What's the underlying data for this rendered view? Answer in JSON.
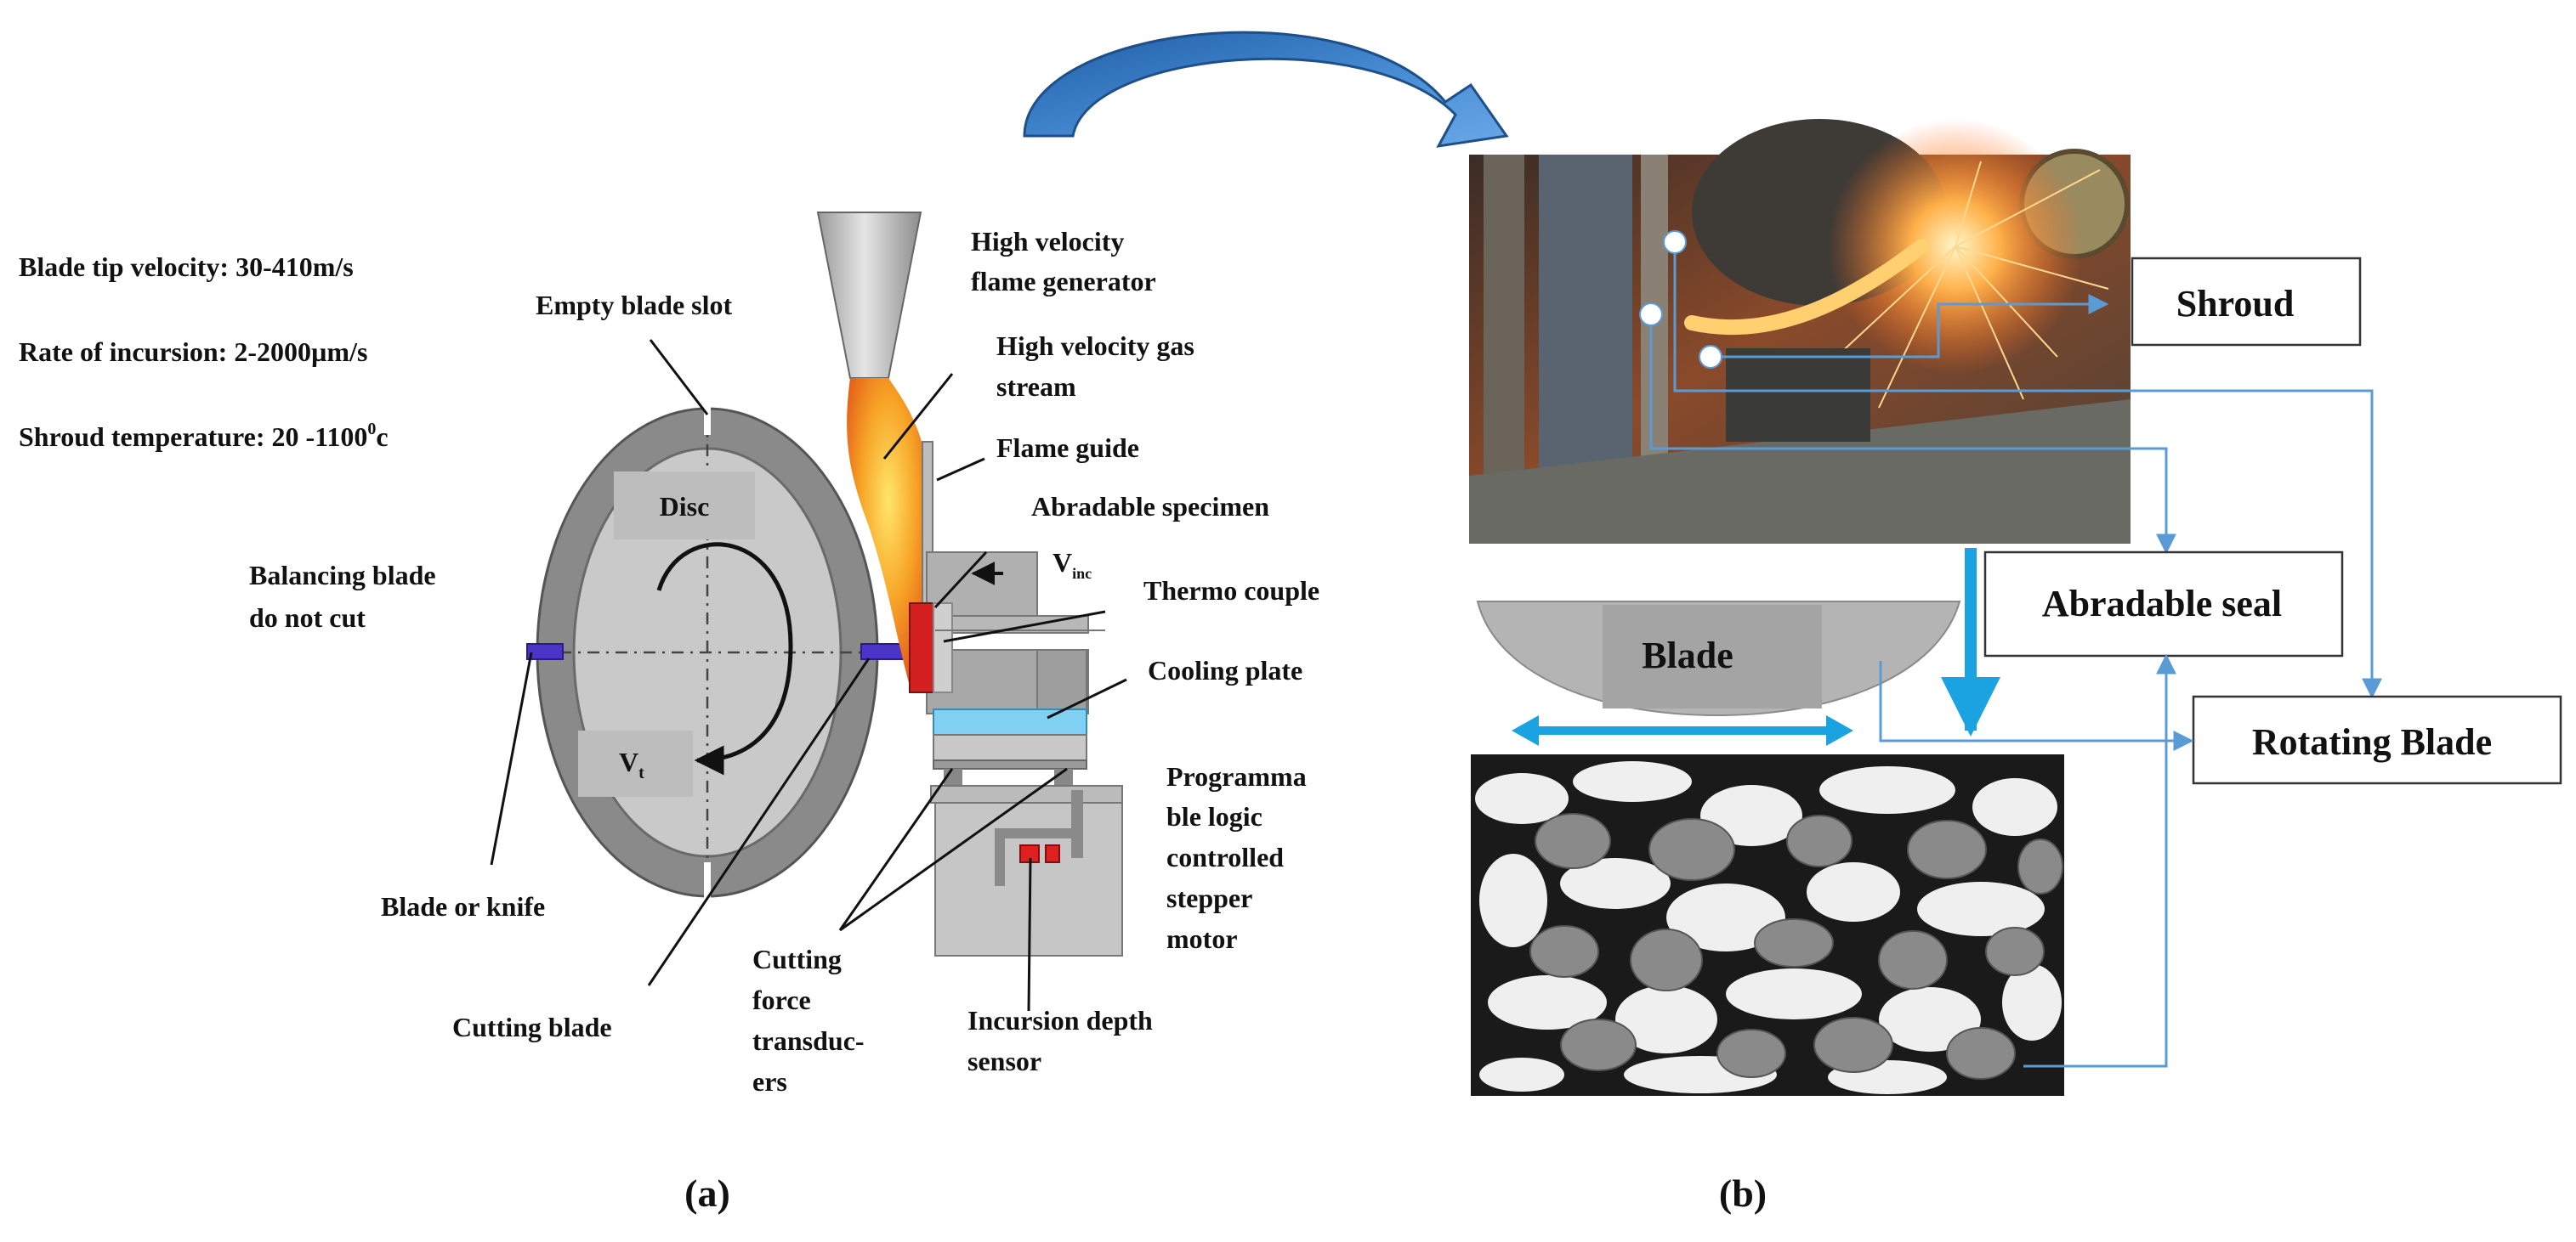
{
  "panel_a": {
    "conditions": {
      "tip_velocity": "Blade tip velocity: 30-410m/s",
      "incursion_rate": "Rate of incursion: 2-2000µm/s",
      "shroud_temp_prefix": "Shroud temperature: 20 -1100",
      "shroud_temp_sup": "0",
      "shroud_temp_suffix": "c"
    },
    "labels": {
      "disc": "Disc",
      "vt_main": "V",
      "vt_sub": "t",
      "vinc_main": "V",
      "vinc_sub": "inc",
      "empty_slot": "Empty blade slot",
      "balancing_1": "Balancing blade",
      "balancing_2": "do not cut",
      "blade_knife": "Blade or knife",
      "cutting_blade": "Cutting blade",
      "flame_gen_1": "High velocity",
      "flame_gen_2": "flame generator",
      "gas_stream_1": "High velocity gas",
      "gas_stream_2": "stream",
      "flame_guide": "Flame guide",
      "abradable_specimen": "Abradable specimen",
      "thermo_couple": "Thermo couple",
      "cooling_plate": "Cooling plate",
      "plc_1": "Programma",
      "plc_2": "ble logic",
      "plc_3": "controlled",
      "plc_4": "stepper",
      "plc_5": "motor",
      "force_1": "Cutting",
      "force_2": "force",
      "force_3": "transduc-",
      "force_4": "ers",
      "depth_1": "Incursion depth",
      "depth_2": "sensor"
    },
    "caption": "(a)"
  },
  "panel_b": {
    "boxes": {
      "shroud": "Shroud",
      "abradable_seal": "Abradable seal",
      "rotating_blade": "Rotating Blade"
    },
    "blade_label": "Blade",
    "caption": "(b)"
  },
  "colors": {
    "disc_rim": "#7a7a7a",
    "disc_face": "#c8c8c8",
    "flame_outer": "#f08a1c",
    "flame_inner": "#ffd23a",
    "cooling_plate": "#7fd0f2",
    "connector": "#5b9bd5",
    "big_arrow": "#2e6fb5",
    "blade_gray": "#b4b4b4",
    "specimen_red": "#d42020",
    "knife_purple": "#4a35c8"
  }
}
